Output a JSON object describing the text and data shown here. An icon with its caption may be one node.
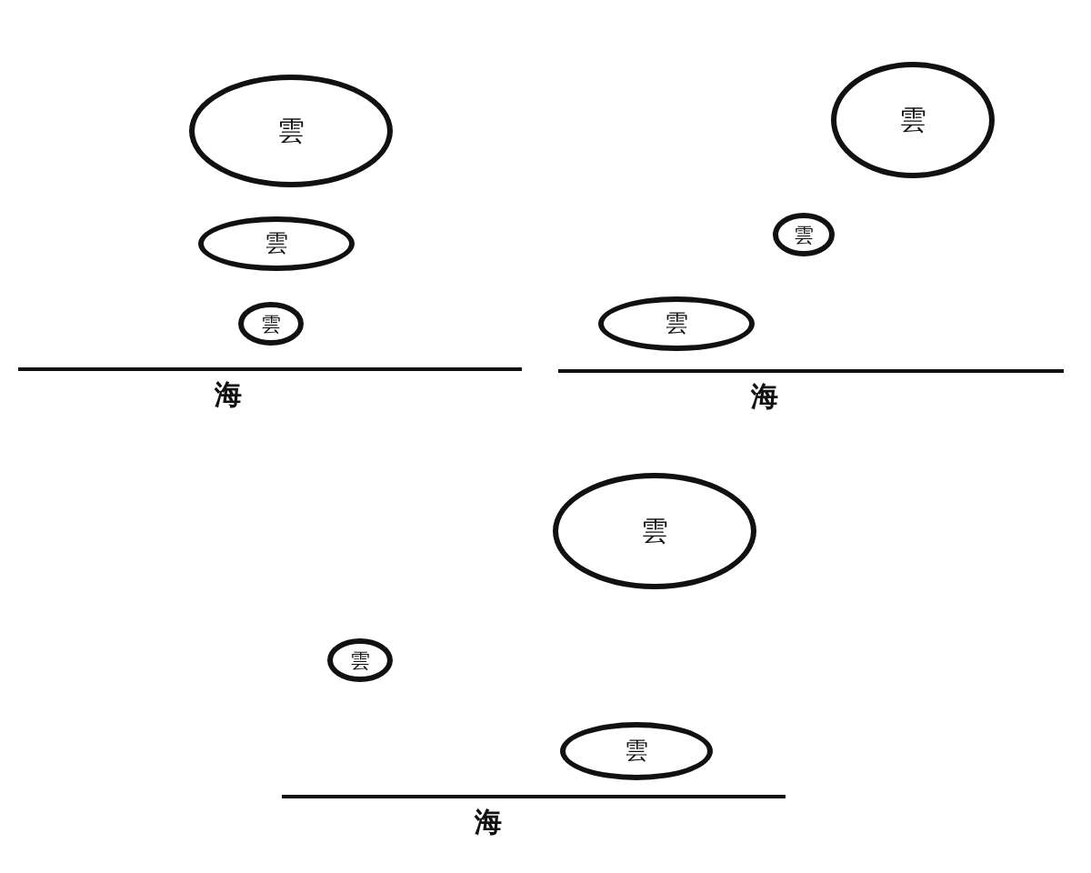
{
  "diagram": {
    "nodes": [
      {
        "text": [
          "雲"
        ]
      },
      {
        "text": [
          "雲"
        ]
      },
      {
        "text": [
          "雲"
        ]
      },
      {
        "text": [
          "海"
        ]
      },
      {
        "text": [
          "雲"
        ]
      },
      {
        "text": [
          "雲"
        ]
      },
      {
        "text": [
          "雲"
        ]
      },
      {
        "text": [
          "海"
        ]
      },
      {
        "text": [
          "雲"
        ]
      },
      {
        "text": [
          "雲"
        ]
      },
      {
        "text": [
          "雲"
        ]
      },
      {
        "text": [
          "海"
        ]
      }
    ]
  }
}
